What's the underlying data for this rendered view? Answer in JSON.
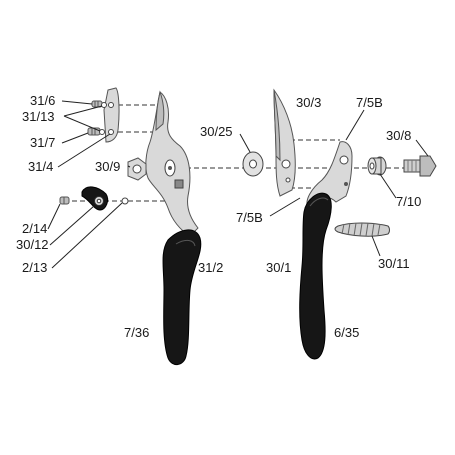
{
  "diagram": {
    "labels": {
      "l31_6": "31/6",
      "l31_13": "31/13",
      "l31_7": "31/7",
      "l31_4": "31/4",
      "l30_9": "30/9",
      "l2_14": "2/14",
      "l30_12": "30/12",
      "l2_13": "2/13",
      "l30_25": "30/25",
      "l30_3": "30/3",
      "l7_5B_top": "7/5B",
      "l30_8": "30/8",
      "l7_10": "7/10",
      "l7_5B_mid": "7/5B",
      "l30_11": "30/11",
      "l31_2": "31/2",
      "l30_1": "30/1",
      "l7_36": "7/36",
      "l6_35": "6/35"
    }
  }
}
